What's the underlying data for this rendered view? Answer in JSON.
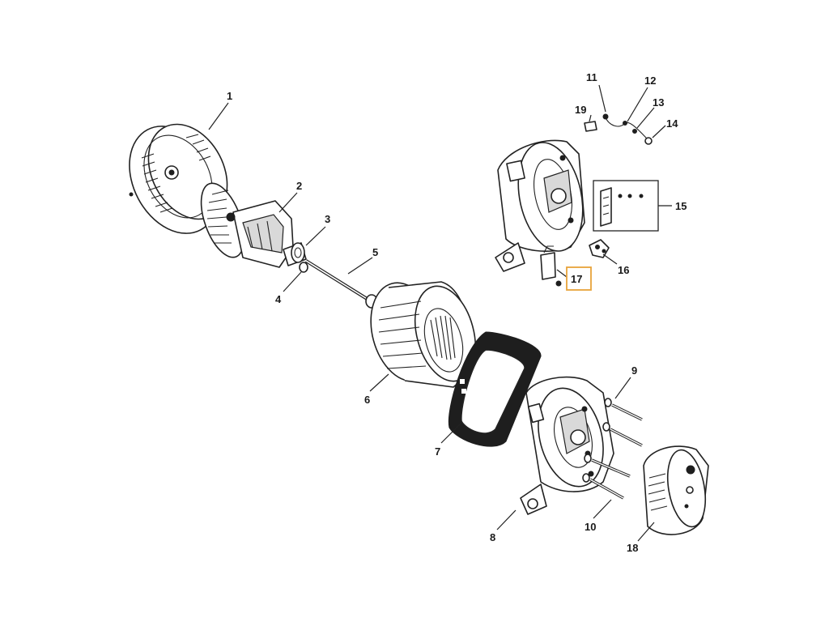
{
  "callouts": [
    {
      "id": "1",
      "text": "1"
    },
    {
      "id": "2",
      "text": "2"
    },
    {
      "id": "3",
      "text": "3"
    },
    {
      "id": "4",
      "text": "4"
    },
    {
      "id": "5",
      "text": "5"
    },
    {
      "id": "6",
      "text": "6"
    },
    {
      "id": "7",
      "text": "7"
    },
    {
      "id": "8",
      "text": "8"
    },
    {
      "id": "9",
      "text": "9"
    },
    {
      "id": "10",
      "text": "10"
    },
    {
      "id": "11",
      "text": "11"
    },
    {
      "id": "12",
      "text": "12"
    },
    {
      "id": "13",
      "text": "13"
    },
    {
      "id": "14",
      "text": "14"
    },
    {
      "id": "15",
      "text": "15"
    },
    {
      "id": "16",
      "text": "16"
    },
    {
      "id": "17",
      "text": "17"
    },
    {
      "id": "18",
      "text": "18"
    },
    {
      "id": "19",
      "text": "19"
    }
  ],
  "highlight": {
    "part": "17",
    "color": "#e8a33a"
  },
  "colors": {
    "line": "#222222",
    "background": "#ffffff"
  }
}
